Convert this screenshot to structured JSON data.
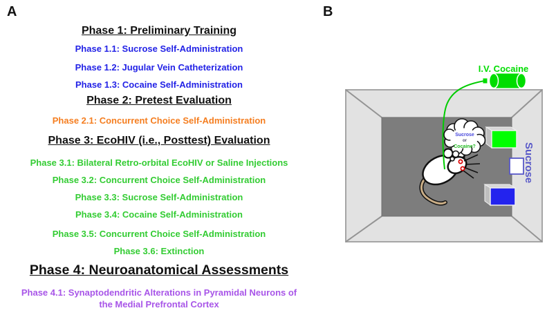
{
  "figure": {
    "panel_a_label": "A",
    "panel_b_label": "B"
  },
  "phases": {
    "items": [
      {
        "text": "Phase 1: Preliminary Training",
        "type": "heading"
      },
      {
        "text": "Phase 1.1: Sucrose Self-Administration",
        "type": "sub",
        "color": "blue"
      },
      {
        "text": "Phase 1.2: Jugular Vein Catheterization",
        "type": "sub",
        "color": "blue"
      },
      {
        "text": "Phase 1.3: Cocaine Self-Administration",
        "type": "sub",
        "color": "blue"
      },
      {
        "text": "Phase 2: Pretest Evaluation",
        "type": "heading"
      },
      {
        "text": "Phase 2.1: Concurrent Choice Self-Administration",
        "type": "sub",
        "color": "orange"
      },
      {
        "text": "Phase 3: EcoHIV (i.e., Posttest) Evaluation",
        "type": "heading"
      },
      {
        "text": "Phase 3.1: Bilateral Retro-orbital EcoHIV or Saline Injections",
        "type": "sub",
        "color": "green"
      },
      {
        "text": "Phase 3.2: Concurrent Choice Self-Administration",
        "type": "sub",
        "color": "green"
      },
      {
        "text": "Phase 3.3: Sucrose Self-Administration",
        "type": "sub",
        "color": "green"
      },
      {
        "text": "Phase 3.4: Cocaine Self-Administration",
        "type": "sub",
        "color": "green"
      },
      {
        "text": "Phase 3.5: Concurrent Choice Self-Administration",
        "type": "sub",
        "color": "green"
      },
      {
        "text": "Phase 3.6: Extinction",
        "type": "sub",
        "color": "green"
      },
      {
        "text": "Phase 4: Neuroanatomical Assessments",
        "type": "heading-large"
      },
      {
        "text": "Phase 4.1: Synaptodendritic Alterations in Pyramidal Neurons of the Medial Prefrontal Cortex",
        "type": "sub",
        "color": "purple"
      }
    ]
  },
  "apparatus": {
    "iv_cocaine_label": "I.V. Cocaine",
    "sucrose_label": "Sucrose",
    "thought_bubble": {
      "line1": "Sucrose",
      "line2": "or",
      "line3": "Cocaine?"
    }
  },
  "colors": {
    "phase_blue": "#2222e6",
    "phase_orange": "#f57e20",
    "phase_green": "#33cc33",
    "phase_purple": "#a855e8",
    "heading_black": "#111111",
    "iv_label_green": "#00dd00",
    "iv_line_green": "#00cc00",
    "lever_green": "#00ff00",
    "lever_blue": "#2323ee",
    "sucrose_label_blue": "#5858c8",
    "bubble_sucrose_blue": "#4747dd",
    "bubble_cocaine_green": "#22bb22",
    "chamber_wall_gray": "#e2e2e2",
    "chamber_floor_gray": "#7d7d7d",
    "mouse_tail_tan": "#c9ad86",
    "mouse_eye_red": "#dd0000"
  }
}
